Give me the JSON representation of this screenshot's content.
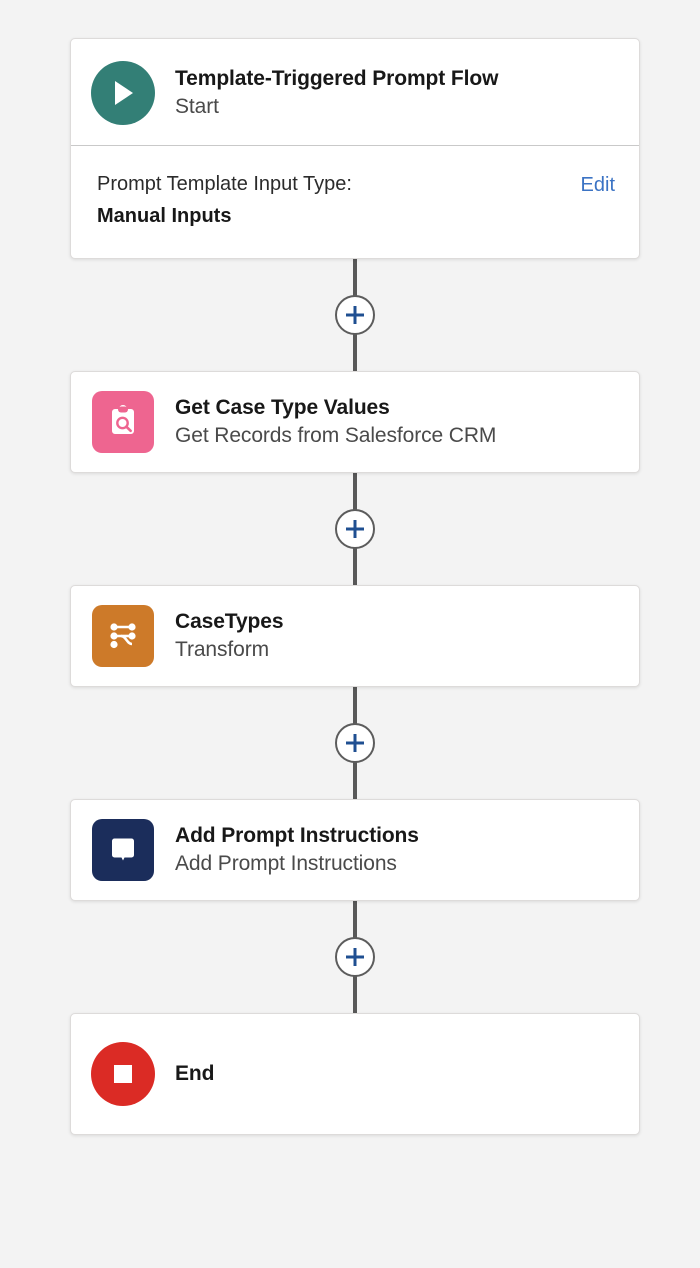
{
  "canvas": {
    "background_color": "#f3f3f3",
    "card_background": "#ffffff",
    "card_border_color": "#dddbda",
    "connector_color": "#585858",
    "plus_icon_color": "#1f4f91",
    "link_color": "#3b73c4"
  },
  "flow": {
    "nodes": [
      {
        "id": "start",
        "icon_name": "play-circle-icon",
        "icon_color": "#337f76",
        "icon_glyph_color": "#ffffff",
        "title": "Template-Triggered Prompt Flow",
        "subtitle": "Start",
        "detail": {
          "label": "Prompt Template Input Type:",
          "value": "Manual Inputs",
          "action_label": "Edit"
        }
      },
      {
        "id": "get-records",
        "icon_name": "clipboard-search-icon",
        "icon_color": "#ee6590",
        "icon_glyph_color": "#ffffff",
        "title": "Get Case Type Values",
        "subtitle": "Get Records from Salesforce CRM"
      },
      {
        "id": "transform",
        "icon_name": "transform-icon",
        "icon_color": "#cd7a29",
        "icon_glyph_color": "#ffffff",
        "title": "CaseTypes",
        "subtitle": "Transform"
      },
      {
        "id": "add-prompt-instructions",
        "icon_name": "speech-bubble-icon",
        "icon_color": "#1b2d5b",
        "icon_glyph_color": "#ffffff",
        "title": "Add Prompt Instructions",
        "subtitle": "Add Prompt Instructions"
      },
      {
        "id": "end",
        "icon_name": "stop-circle-icon",
        "icon_color": "#db2b25",
        "icon_glyph_color": "#ffffff",
        "title": "End",
        "subtitle": ""
      }
    ],
    "connectors": [
      {
        "id": "connector-1",
        "action_name": "add-element-button",
        "tooltip": "Add Element"
      },
      {
        "id": "connector-2",
        "action_name": "add-element-button",
        "tooltip": "Add Element"
      },
      {
        "id": "connector-3",
        "action_name": "add-element-button",
        "tooltip": "Add Element"
      },
      {
        "id": "connector-4",
        "action_name": "add-element-button",
        "tooltip": "Add Element"
      }
    ]
  }
}
